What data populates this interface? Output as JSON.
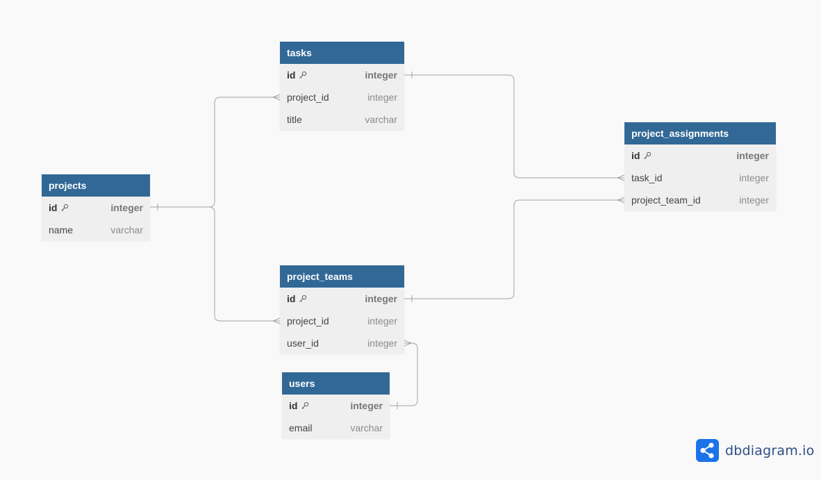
{
  "brand": {
    "name": "dbdiagram.io",
    "logo_icon": "share-nodes-icon"
  },
  "colors": {
    "header": "#316896",
    "header_text": "#ffffff",
    "body": "#efefef",
    "link": "#a3a3a3",
    "background": "#f9f9f9",
    "brand_blue": "#1a73e8"
  },
  "tables": {
    "tasks": {
      "name": "tasks",
      "fields": [
        {
          "name": "id",
          "type": "integer",
          "pk": true
        },
        {
          "name": "project_id",
          "type": "integer"
        },
        {
          "name": "title",
          "type": "varchar"
        }
      ]
    },
    "projects": {
      "name": "projects",
      "fields": [
        {
          "name": "id",
          "type": "integer",
          "pk": true
        },
        {
          "name": "name",
          "type": "varchar"
        }
      ]
    },
    "project_assignments": {
      "name": "project_assignments",
      "fields": [
        {
          "name": "id",
          "type": "integer",
          "pk": true
        },
        {
          "name": "task_id",
          "type": "integer"
        },
        {
          "name": "project_team_id",
          "type": "integer"
        }
      ]
    },
    "project_teams": {
      "name": "project_teams",
      "fields": [
        {
          "name": "id",
          "type": "integer",
          "pk": true
        },
        {
          "name": "project_id",
          "type": "integer"
        },
        {
          "name": "user_id",
          "type": "integer"
        }
      ]
    },
    "users": {
      "name": "users",
      "fields": [
        {
          "name": "id",
          "type": "integer",
          "pk": true
        },
        {
          "name": "email",
          "type": "varchar"
        }
      ]
    }
  },
  "relationships": [
    {
      "from": "projects.id",
      "to": "tasks.project_id",
      "from_card": "one",
      "to_card": "many"
    },
    {
      "from": "projects.id",
      "to": "project_teams.project_id",
      "from_card": "one",
      "to_card": "many"
    },
    {
      "from": "tasks.id",
      "to": "project_assignments.task_id",
      "from_card": "one",
      "to_card": "many"
    },
    {
      "from": "project_teams.id",
      "to": "project_assignments.project_team_id",
      "from_card": "one",
      "to_card": "many"
    },
    {
      "from": "users.id",
      "to": "project_teams.user_id",
      "from_card": "one",
      "to_card": "many"
    }
  ]
}
